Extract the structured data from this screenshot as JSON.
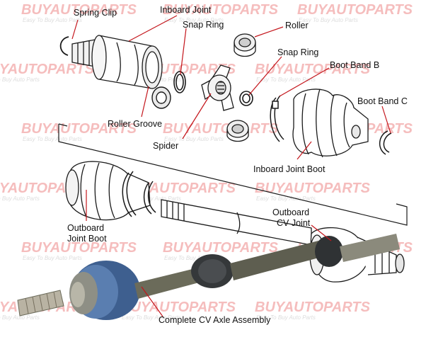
{
  "labels": {
    "spring_clip": "Spring Clip",
    "inboard_joint": "Inboard Joint",
    "snap_ring_1": "Snap Ring",
    "roller": "Roller",
    "snap_ring_2": "Snap Ring",
    "boot_band_b": "Boot Band B",
    "boot_band_c": "Boot Band C",
    "roller_groove": "Roller Groove",
    "spider": "Spider",
    "inboard_joint_boot": "Inboard Joint Boot",
    "outboard_joint_boot_1": "Outboard",
    "outboard_joint_boot_2": "Joint Boot",
    "outboard_cv_joint_1": "Outboard",
    "outboard_cv_joint_2": "CV Joint",
    "complete_assembly": "Complete CV Axle Assembly"
  },
  "watermark": {
    "brand_a": "BUY",
    "brand_b": "AUTO",
    "brand_c": "PARTS",
    "tagline": "Easy To Buy Auto Parts",
    "brand_color": "#f4b6b6",
    "tagline_color": "#d9d9d9"
  },
  "colors": {
    "line": "#1a1a1a",
    "leader": "#c4161c",
    "boot_blue": "#4a6fa5",
    "shaft": "#6b6b5a"
  }
}
